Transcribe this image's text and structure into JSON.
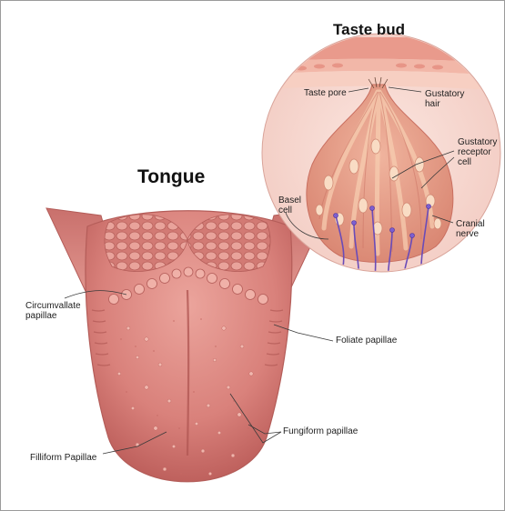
{
  "titles": {
    "tongue": "Tongue",
    "taste_bud": "Taste bud"
  },
  "tongue_labels": {
    "circumvallate": "Circumvallate papillae",
    "foliate": "Foliate papillae",
    "fungiform": "Fungiform papillae",
    "filiform": "Filliform Papillae"
  },
  "taste_bud_labels": {
    "taste_pore": "Taste pore",
    "gustatory_hair": "Gustatory hair",
    "gustatory_receptor_cell": "Gustatory receptor cell",
    "basel_cell": "Basel cell",
    "cranial_nerve": "Cranial nerve"
  },
  "colors": {
    "tongue_base": "#d9817b",
    "tongue_dark": "#b95a57",
    "tongue_light": "#f1b3a9",
    "bud_flesh": "#eaa58e",
    "bud_cell": "#f7cdb0",
    "nerve": "#6a4bb8",
    "leader_line": "#3a3a3a"
  }
}
